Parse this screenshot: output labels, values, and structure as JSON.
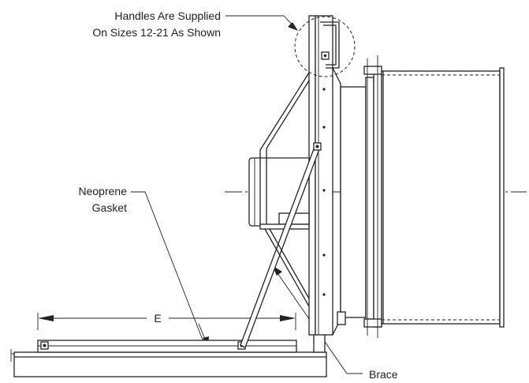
{
  "labels": {
    "handles_line1": "Handles Are Supplied",
    "handles_line2": "On Sizes 12-21 As Shown",
    "gasket_line1": "Neoprene",
    "gasket_line2": "Gasket",
    "dimension": "E",
    "brace": "Brace"
  }
}
